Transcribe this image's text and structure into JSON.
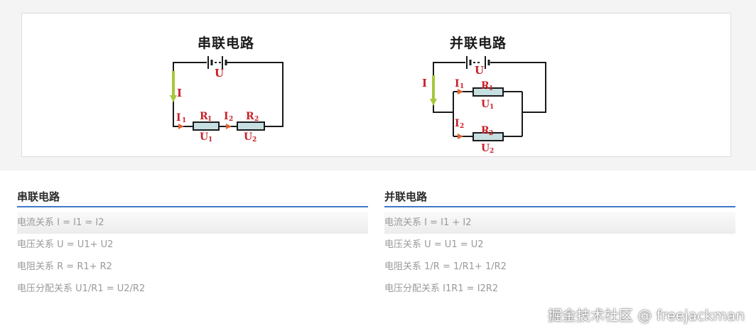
{
  "diagram": {
    "series_circuit": {
      "title": "串联电路",
      "labels": {
        "source": "U",
        "current": "I",
        "i1": "I",
        "i1_sub": "1",
        "i2": "I",
        "i2_sub": "2",
        "r1": "R",
        "r1_sub": "1",
        "r2": "R",
        "r2_sub": "2",
        "u1": "U",
        "u1_sub": "1",
        "u2": "U",
        "u2_sub": "2"
      }
    },
    "parallel_circuit": {
      "title": "并联电路",
      "labels": {
        "source": "U",
        "current": "I",
        "i1": "I",
        "i1_sub": "1",
        "i2": "I",
        "i2_sub": "2",
        "r1": "R",
        "r1_sub": "1",
        "r2": "R",
        "r2_sub": "2",
        "u1": "U",
        "u1_sub": "1",
        "u2": "U",
        "u2_sub": "2"
      }
    },
    "colors": {
      "wire": "#1a1a1a",
      "label": "#c8202a",
      "current_arrow": "#a6c83c",
      "resistor_fill": "#c7dfe1",
      "node": "#e06030"
    }
  },
  "sections": {
    "series": {
      "title": "串联电路",
      "rows": [
        "电流关系 I = I1 = I2",
        "电压关系 U = U1+ U2",
        "电阻关系 R = R1+ R2",
        "电压分配关系 U1/R1 = U2/R2"
      ]
    },
    "parallel": {
      "title": "并联电路",
      "rows": [
        "电流关系 I = I1 + I2",
        "电压关系 U = U1 =  U2",
        "电阻关系 1/R = 1/R1+ 1/R2",
        "电压分配关系 I1R1 = I2R2"
      ]
    },
    "accent_color": "#3f78c8"
  },
  "watermark": "掘金技术社区 @ freejackman"
}
